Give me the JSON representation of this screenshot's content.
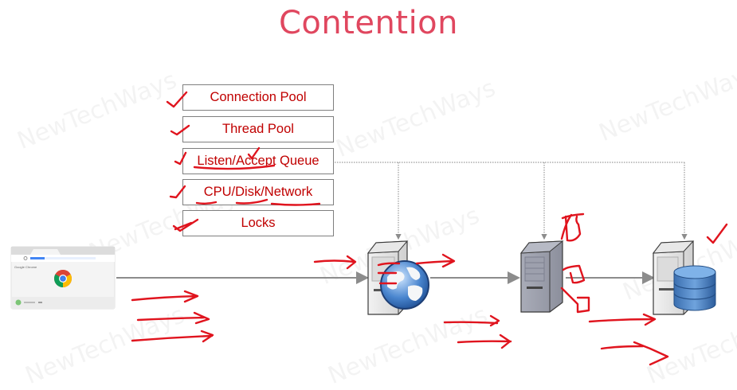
{
  "title": "Contention",
  "watermark": "NewTechWays",
  "watermark_partial": [
    "NewTechWays",
    "NewTechWays",
    "NewTechWa",
    "Ways",
    "Ways",
    "Ways",
    "Ways",
    "hW"
  ],
  "resources": [
    {
      "label": "Connection Pool",
      "checked": true
    },
    {
      "label": "Thread Pool",
      "checked": true
    },
    {
      "label": "Listen/Accept Queue",
      "checked": true
    },
    {
      "label": "CPU/Disk/Network",
      "checked": true
    },
    {
      "label": "Locks",
      "checked": true
    }
  ],
  "nodes": [
    {
      "id": "client",
      "kind": "browser-window",
      "caption": "Google Chrome"
    },
    {
      "id": "web-server",
      "kind": "server-with-globe"
    },
    {
      "id": "app-server",
      "kind": "server"
    },
    {
      "id": "db-server",
      "kind": "server-with-database"
    }
  ],
  "colors": {
    "title": "#e0475f",
    "box_text": "#c00000",
    "annotation": "#e0141e",
    "connector": "#8c8c8c"
  }
}
